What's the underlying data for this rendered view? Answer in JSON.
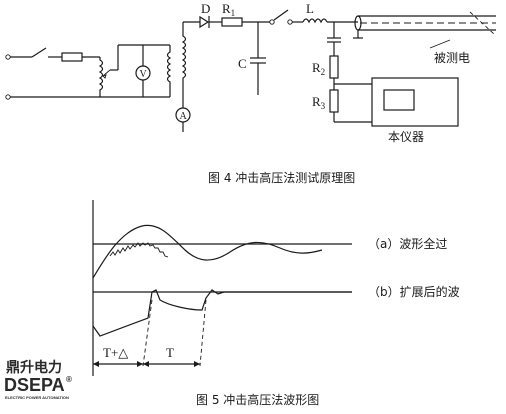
{
  "circuit": {
    "labels": {
      "diode": "D",
      "r1": "R",
      "r1_sub": "1",
      "inductor": "L",
      "capacitor": "C",
      "r2": "R",
      "r2_sub": "2",
      "r3": "R",
      "r3_sub": "3",
      "voltmeter": "V",
      "ammeter": "A",
      "cable": "被测电",
      "instrument": "本仪器"
    },
    "caption": "图 4    冲击高压法测试原理图"
  },
  "waveform": {
    "legend_a": "（a）波形全过",
    "legend_b": "（b）扩展后的波",
    "interval_1": "T+△",
    "interval_2": "T",
    "caption": "图 5    冲击高压法波形图"
  },
  "logo": {
    "cn": "鼎升电力",
    "en": "DSEPA",
    "mark": "®",
    "tagline": "ELECTRIC POWER AUTOMATION"
  }
}
